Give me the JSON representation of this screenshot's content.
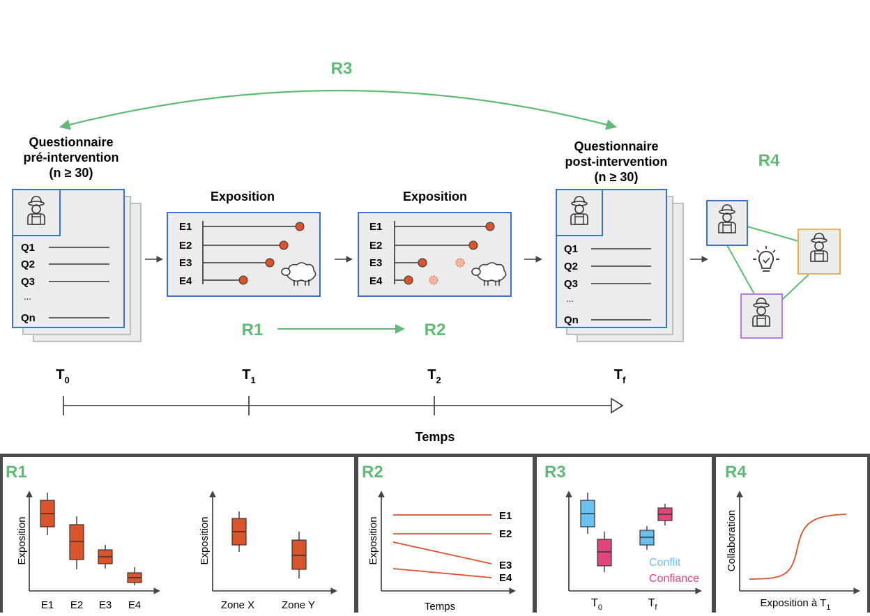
{
  "colors": {
    "green": "#5dbb75",
    "blue": "#3b6fd4",
    "orange": "#d9532b",
    "pink": "#e0457b",
    "light_blue": "#6cc0ee",
    "yellow": "#e8b34a",
    "purple": "#b57be8",
    "page_gray": "#ececec",
    "panel_border": "#4a4a4a"
  },
  "diagram": {
    "r3_label": "R3",
    "r4_label": "R4",
    "r1_label": "R1",
    "r2_label": "R2",
    "pre": {
      "title1": "Questionnaire",
      "title2": "pré-intervention",
      "title3": "(n ≥ 30)",
      "questions": [
        "Q1",
        "Q2",
        "Q3",
        "...",
        "Qn"
      ]
    },
    "post": {
      "title1": "Questionnaire",
      "title2": "post-intervention",
      "title3": "(n ≥ 30)",
      "questions": [
        "Q1",
        "Q2",
        "Q3",
        "...",
        "Qn"
      ]
    },
    "exposure1": {
      "title": "Exposition",
      "rows": [
        "E1",
        "E2",
        "E3",
        "E4"
      ]
    },
    "exposure2": {
      "title": "Exposition",
      "rows": [
        "E1",
        "E2",
        "E3",
        "E4"
      ]
    },
    "timeline": {
      "ticks": [
        "T0",
        "T1",
        "T2",
        "Tf"
      ],
      "tick_base": "T",
      "tick_subs": [
        "0",
        "1",
        "2",
        "f"
      ],
      "axis_label": "Temps"
    }
  },
  "panels": {
    "r1": {
      "label": "R1",
      "left": {
        "ylabel": "Exposition",
        "categories": [
          "E1",
          "E2",
          "E3",
          "E4"
        ]
      },
      "right": {
        "ylabel": "Exposition",
        "categories": [
          "Zone X",
          "Zone Y"
        ]
      }
    },
    "r2": {
      "label": "R2",
      "ylabel": "Exposition",
      "xlabel": "Temps",
      "series": [
        "E1",
        "E2",
        "E3",
        "E4"
      ]
    },
    "r3": {
      "label": "R3",
      "ticks": [
        "T0",
        "Tf"
      ],
      "tick_base": "T",
      "tick_subs": [
        "0",
        "f"
      ],
      "legend": [
        "Conflit",
        "Confiance"
      ]
    },
    "r4": {
      "label": "R4",
      "ylabel": "Collaboration",
      "xlabel_base": "Exposition à T",
      "xlabel_sub": "1"
    }
  }
}
